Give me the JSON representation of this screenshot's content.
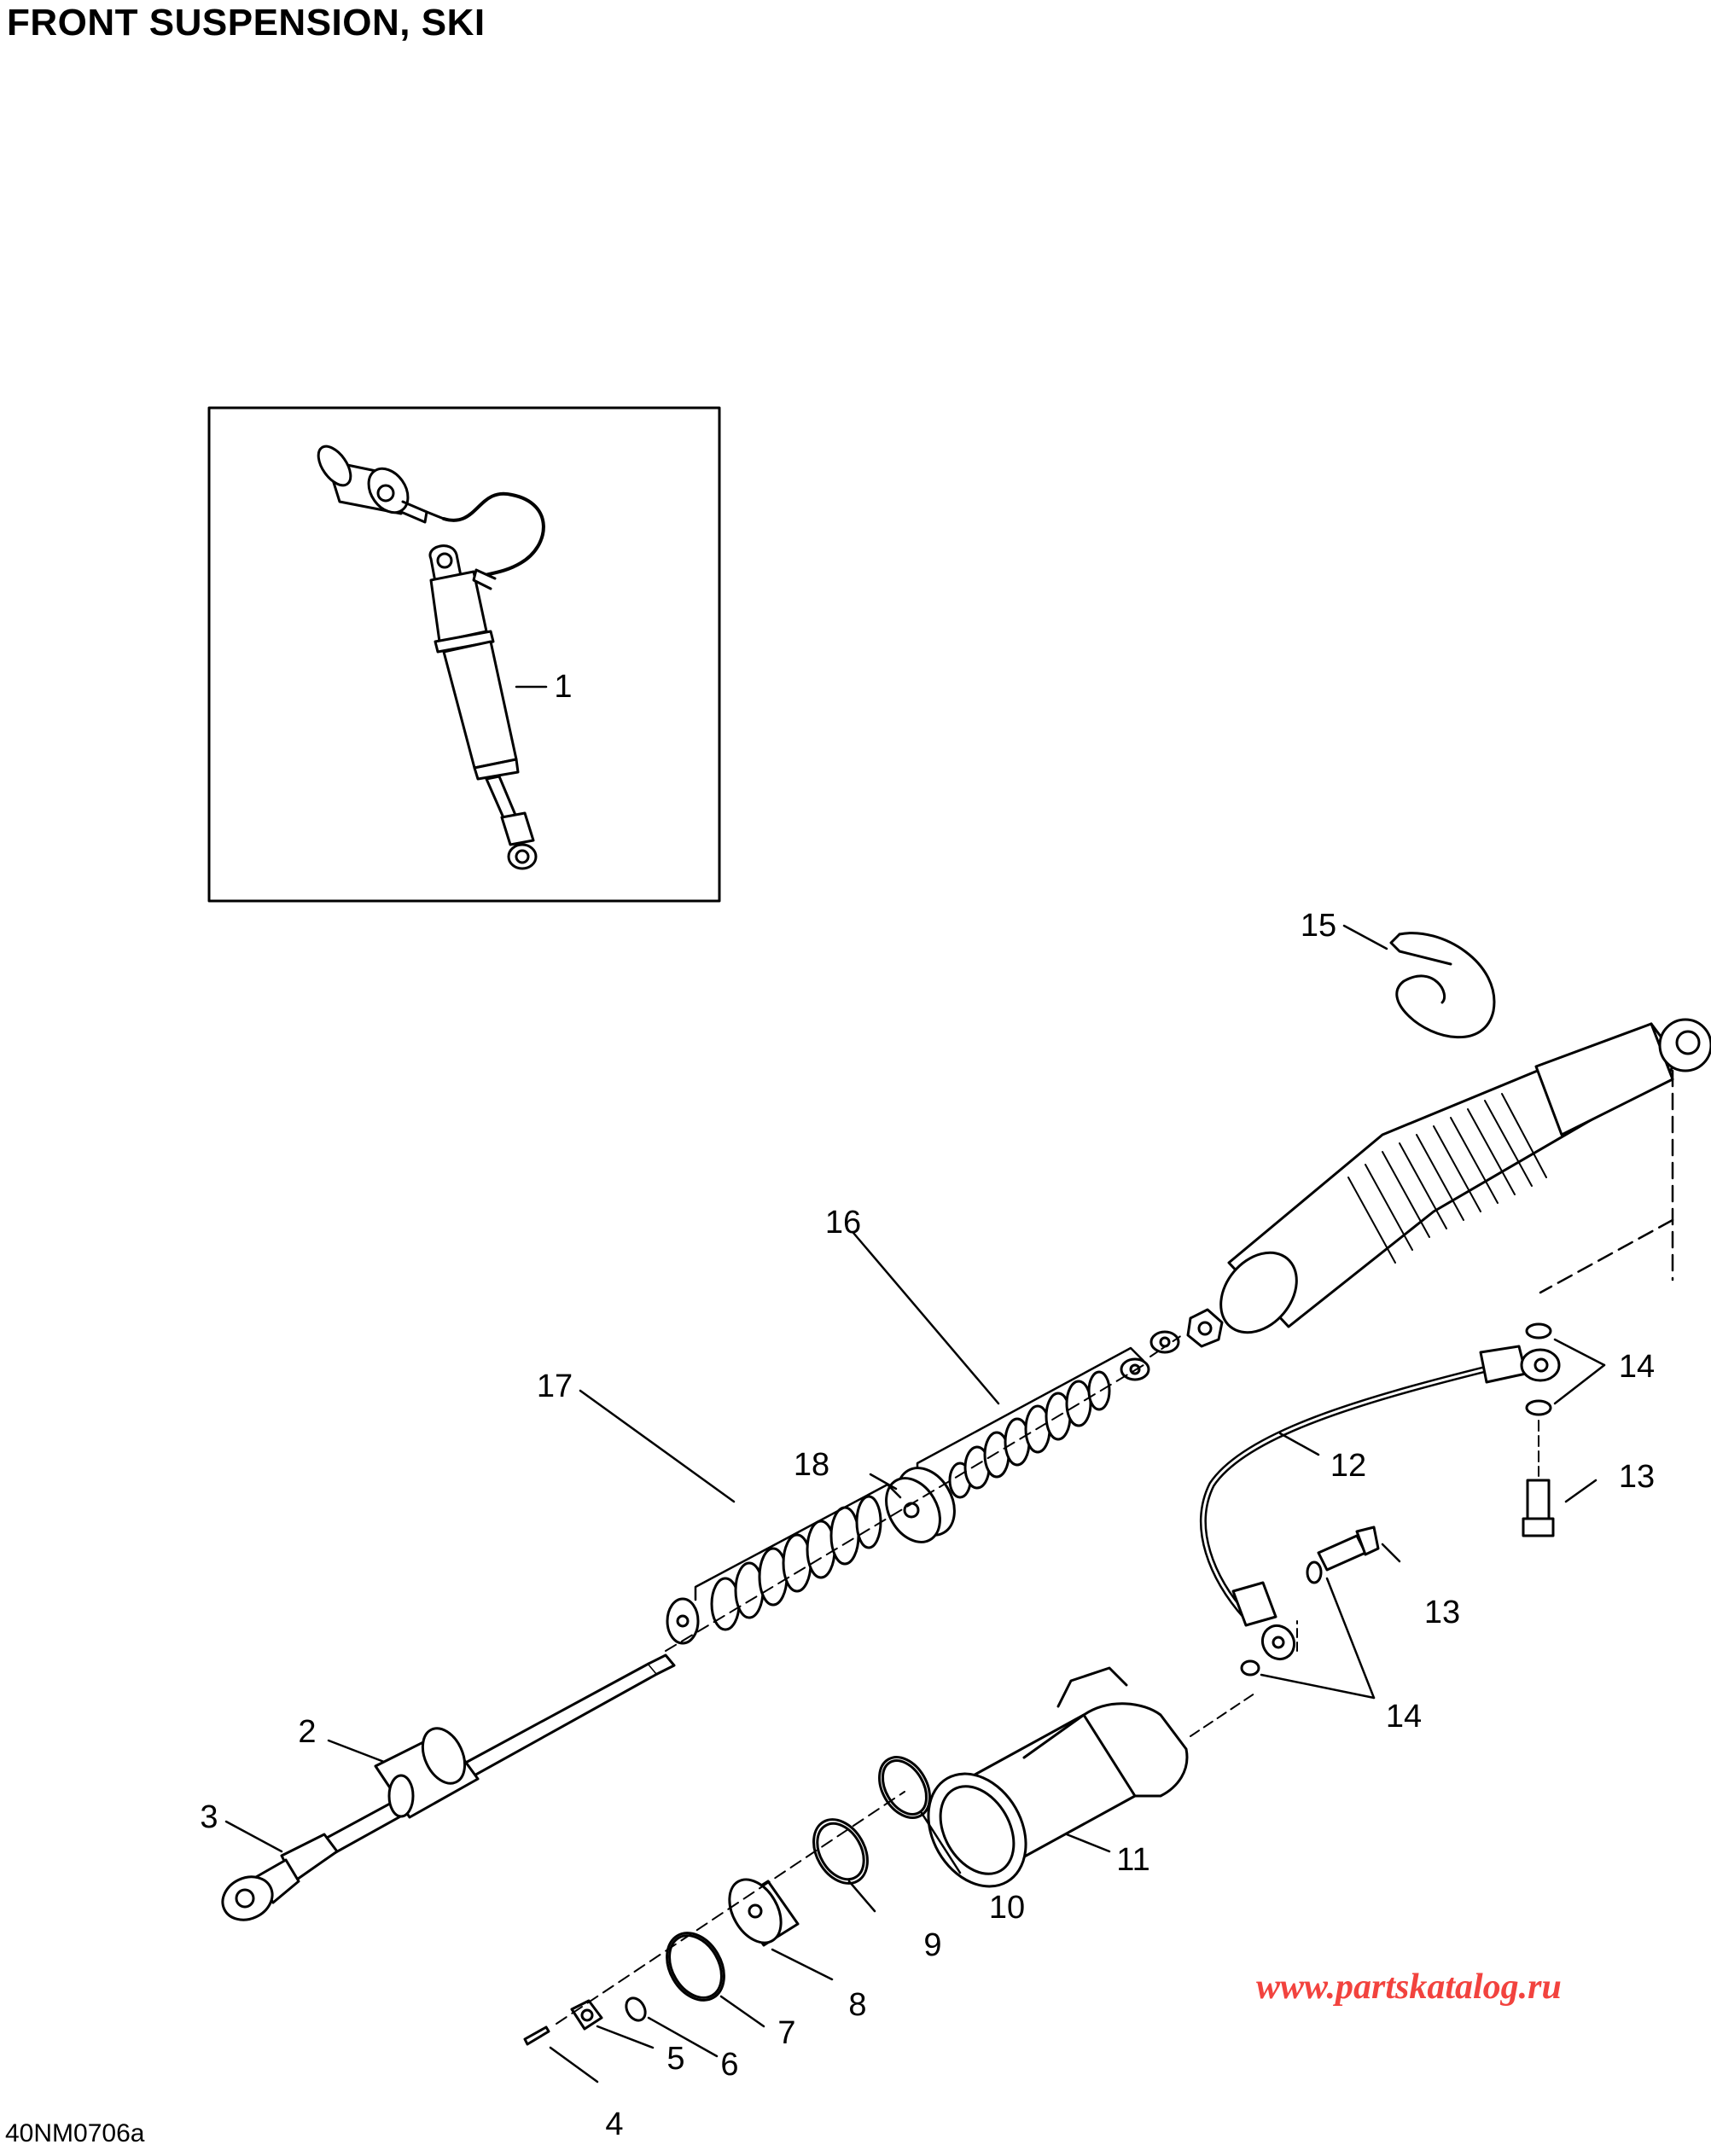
{
  "title": "FRONT SUSPENSION, SKI",
  "callouts": {
    "c1": "1",
    "c2": "2",
    "c3": "3",
    "c4": "4",
    "c5": "5",
    "c6": "6",
    "c7": "7",
    "c8": "8",
    "c9": "9",
    "c10": "10",
    "c11": "11",
    "c12": "12",
    "c13a": "13",
    "c13b": "13",
    "c14a": "14",
    "c14b": "14",
    "c15": "15",
    "c16": "16",
    "c17": "17",
    "c18": "18"
  },
  "watermark": "www.partskatalog.ru",
  "drawing_code": "40NM0706a"
}
